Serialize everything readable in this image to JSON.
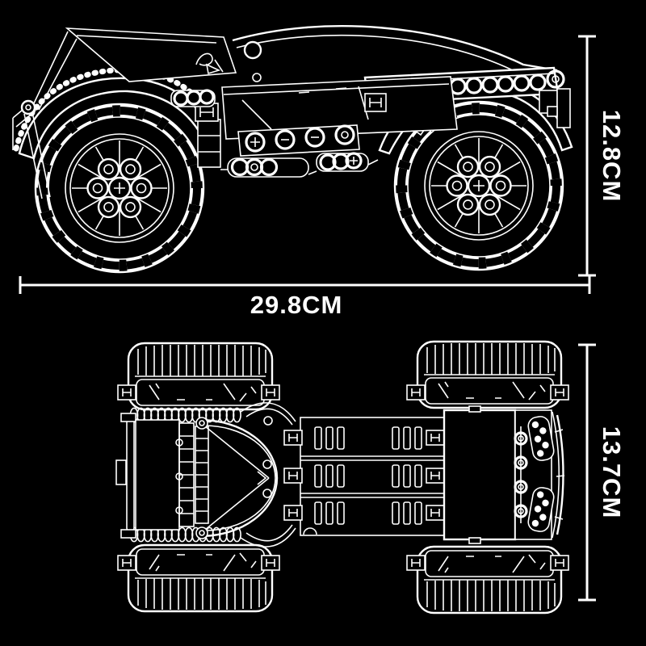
{
  "diagram": {
    "background": "#000000",
    "line_color": "#ffffff",
    "side_view": {
      "length_label": "29.8CM",
      "height_label": "12.8CM"
    },
    "top_view": {
      "width_label": "13.7CM"
    }
  }
}
